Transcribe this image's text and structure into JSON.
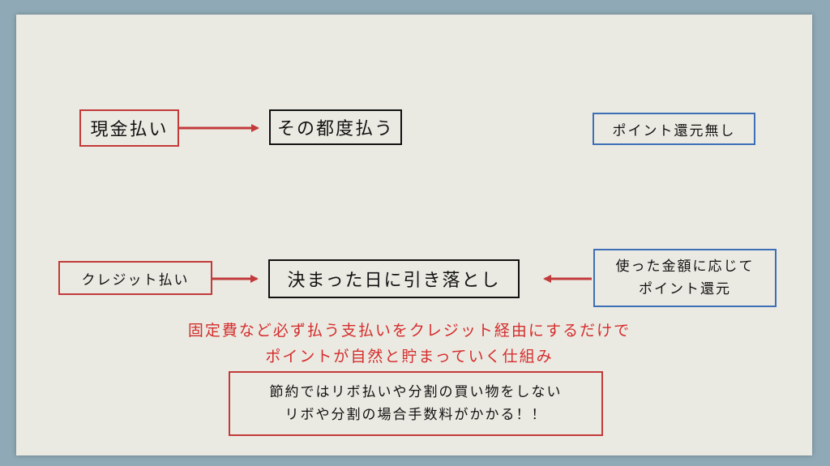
{
  "nodes": {
    "cash": "現金払い",
    "cash_result": "その都度払う",
    "cash_points": "ポイント還元無し",
    "credit": "クレジット払い",
    "credit_result": "決まった日に引き落とし",
    "credit_points_line1": "使った金額に応じて",
    "credit_points_line2": "ポイント還元"
  },
  "notes": {
    "line1": "固定費など必ず払う支払いをクレジット経由にするだけで",
    "line2": "ポイントが自然と貯まっていく仕組み"
  },
  "warning": {
    "line1": "節約ではリボ払いや分割の買い物をしない",
    "line2": "リボや分割の場合手数料がかかる！！"
  },
  "colors": {
    "arrow": "#c23a3a",
    "red_border": "#c23a3a",
    "blue_border": "#3d6fb6",
    "note_text": "#d42d2d"
  }
}
